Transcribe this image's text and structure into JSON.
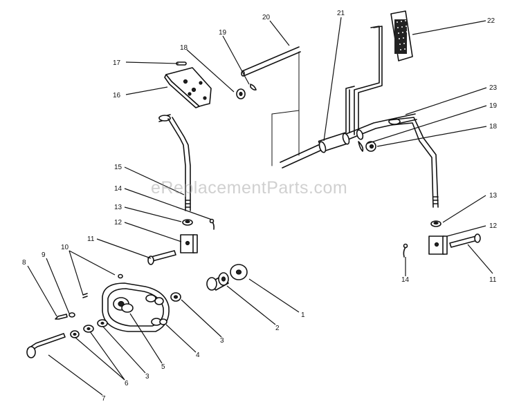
{
  "watermark": "eReplacementParts.com",
  "callouts": [
    {
      "id": "c22",
      "label": "22"
    },
    {
      "id": "c21",
      "label": "21"
    },
    {
      "id": "c20",
      "label": "20"
    },
    {
      "id": "c19a",
      "label": "19"
    },
    {
      "id": "c18a",
      "label": "18"
    },
    {
      "id": "c17",
      "label": "17"
    },
    {
      "id": "c16",
      "label": "16"
    },
    {
      "id": "c23",
      "label": "23"
    },
    {
      "id": "c19b",
      "label": "19"
    },
    {
      "id": "c18b",
      "label": "18"
    },
    {
      "id": "c15",
      "label": "15"
    },
    {
      "id": "c14a",
      "label": "14"
    },
    {
      "id": "c13a",
      "label": "13"
    },
    {
      "id": "c12a",
      "label": "12"
    },
    {
      "id": "c11a",
      "label": "11"
    },
    {
      "id": "c13b",
      "label": "13"
    },
    {
      "id": "c12b",
      "label": "12"
    },
    {
      "id": "c14b",
      "label": "14"
    },
    {
      "id": "c11b",
      "label": "11"
    },
    {
      "id": "c10",
      "label": "10"
    },
    {
      "id": "c9",
      "label": "9"
    },
    {
      "id": "c8",
      "label": "8"
    },
    {
      "id": "c1",
      "label": "1"
    },
    {
      "id": "c2",
      "label": "2"
    },
    {
      "id": "c3a",
      "label": "3"
    },
    {
      "id": "c4",
      "label": "4"
    },
    {
      "id": "c5",
      "label": "5"
    },
    {
      "id": "c3b",
      "label": "3"
    },
    {
      "id": "c6",
      "label": "6"
    },
    {
      "id": "c7",
      "label": "7"
    }
  ]
}
